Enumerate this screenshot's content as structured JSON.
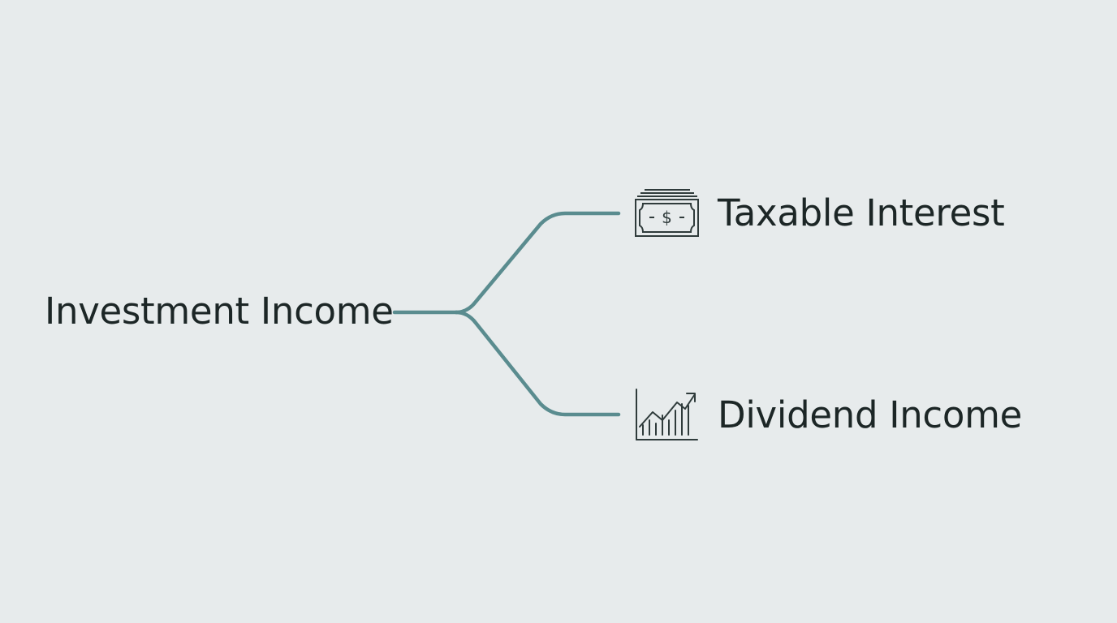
{
  "diagram": {
    "root": {
      "label": "Investment Income"
    },
    "branches": [
      {
        "label": "Taxable Interest",
        "icon": "cash-bill-icon"
      },
      {
        "label": "Dividend Income",
        "icon": "growth-chart-icon"
      }
    ]
  },
  "colors": {
    "background": "#e7ebec",
    "connector": "#5a8c8f",
    "text": "#1c2626",
    "icon": "#2f3b3b"
  }
}
